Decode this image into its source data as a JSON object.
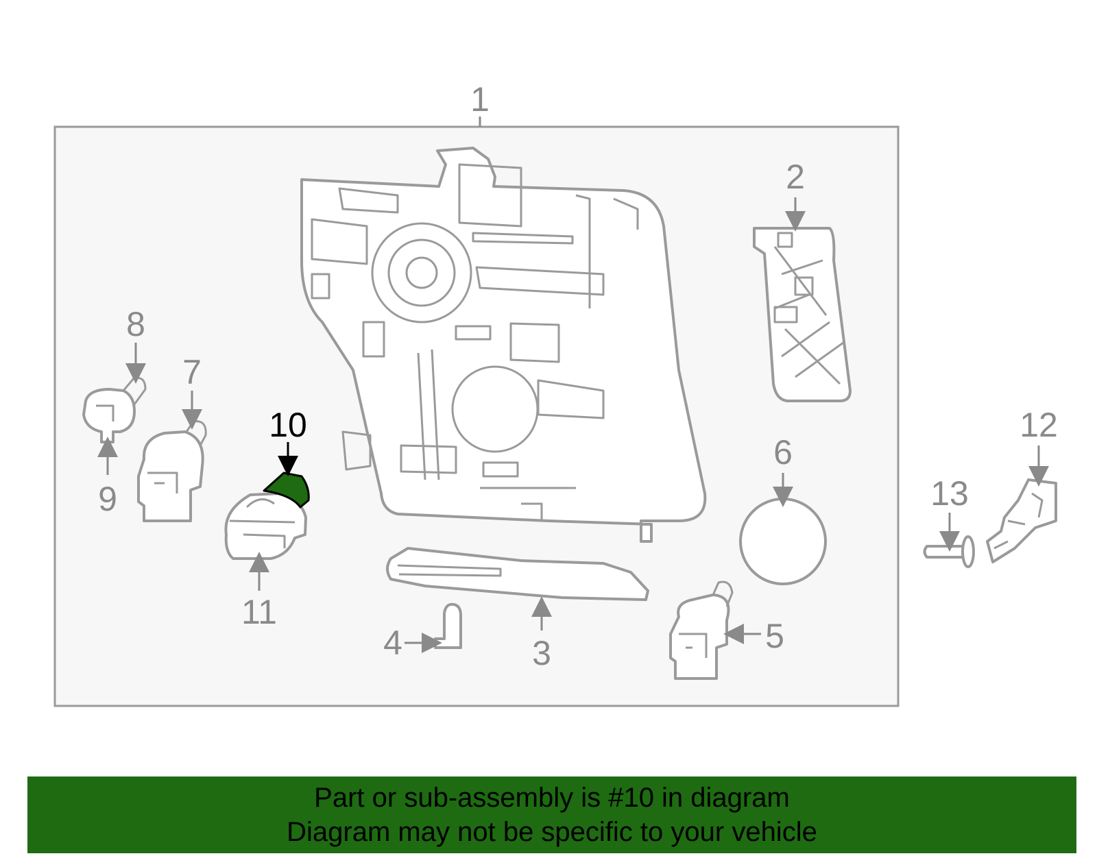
{
  "colors": {
    "highlight": "#1e6b12",
    "banner_bg": "#1e6b12",
    "panel_bg": "#f7f7f7",
    "line": "#9a9a9a"
  },
  "callouts": {
    "c1": "1",
    "c2": "2",
    "c3": "3",
    "c4": "4",
    "c5": "5",
    "c6": "6",
    "c7": "7",
    "c8": "8",
    "c9": "9",
    "c10": "10",
    "c11": "11",
    "c12": "12",
    "c13": "13"
  },
  "highlighted_callout": "10",
  "banner": {
    "line1": "Part or sub-assembly is #10 in diagram",
    "line2": "Diagram may not be specific to your vehicle"
  }
}
